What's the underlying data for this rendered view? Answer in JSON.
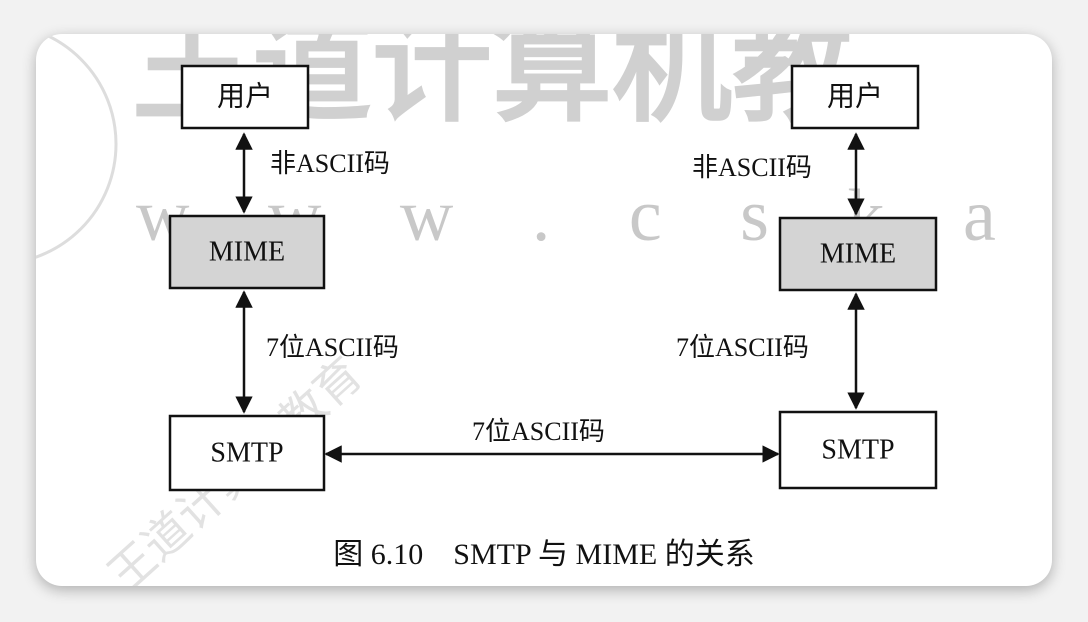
{
  "watermark": {
    "banner": "王道计算机教",
    "url": "w w w . c s k a o y a n",
    "diagonal": "王道计算机教育"
  },
  "nodes": {
    "left_user": "用户",
    "left_mime": "MIME",
    "left_smtp": "SMTP",
    "right_user": "用户",
    "right_mime": "MIME",
    "right_smtp": "SMTP"
  },
  "edges": {
    "left_user_mime": "非ASCII码",
    "left_mime_smtp": "7位ASCII码",
    "smtp_smtp": "7位ASCII码",
    "right_user_mime": "非ASCII码",
    "right_mime_smtp": "7位ASCII码"
  },
  "caption": "图 6.10    SMTP 与 MIME 的关系",
  "colors": {
    "mime_fill": "#d4d4d4",
    "box_fill": "#ffffff",
    "stroke": "#111111"
  }
}
